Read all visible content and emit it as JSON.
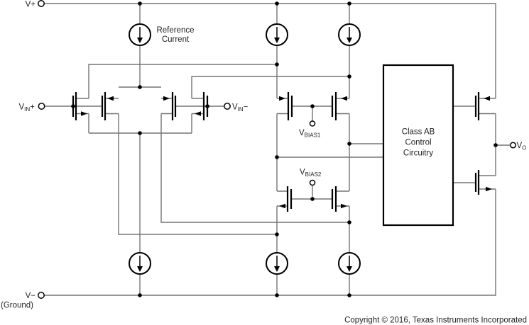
{
  "labels": {
    "v_plus": "V+",
    "v_minus": "V−",
    "ground_note": "(Ground)",
    "reference_current": {
      "line1": "Reference",
      "line2": "Current"
    },
    "vin_plus": {
      "base": "V",
      "sub": "IN",
      "suffix": "+"
    },
    "vin_minus": {
      "base": "V",
      "sub": "IN",
      "suffix": "−"
    },
    "vbias1": {
      "base": "V",
      "sub": "BIAS1"
    },
    "vbias2": {
      "base": "V",
      "sub": "BIAS2"
    },
    "vo": {
      "base": "V",
      "sub": "O"
    }
  },
  "class_ab_box": {
    "line1": "Class AB",
    "line2": "Control",
    "line3": "Circuitry"
  },
  "footer": {
    "copyright": "Copyright © 2016, Texas Instruments Incorporated"
  },
  "icons": {
    "current_source": "circle-with-down-arrow",
    "terminal": "open-circle",
    "junction": "filled-dot",
    "transistor": "mosfet-symbol"
  },
  "colors": {
    "background": "#ffffff",
    "wire": "#757575",
    "symbol": "#000000",
    "text": "#231f20"
  }
}
